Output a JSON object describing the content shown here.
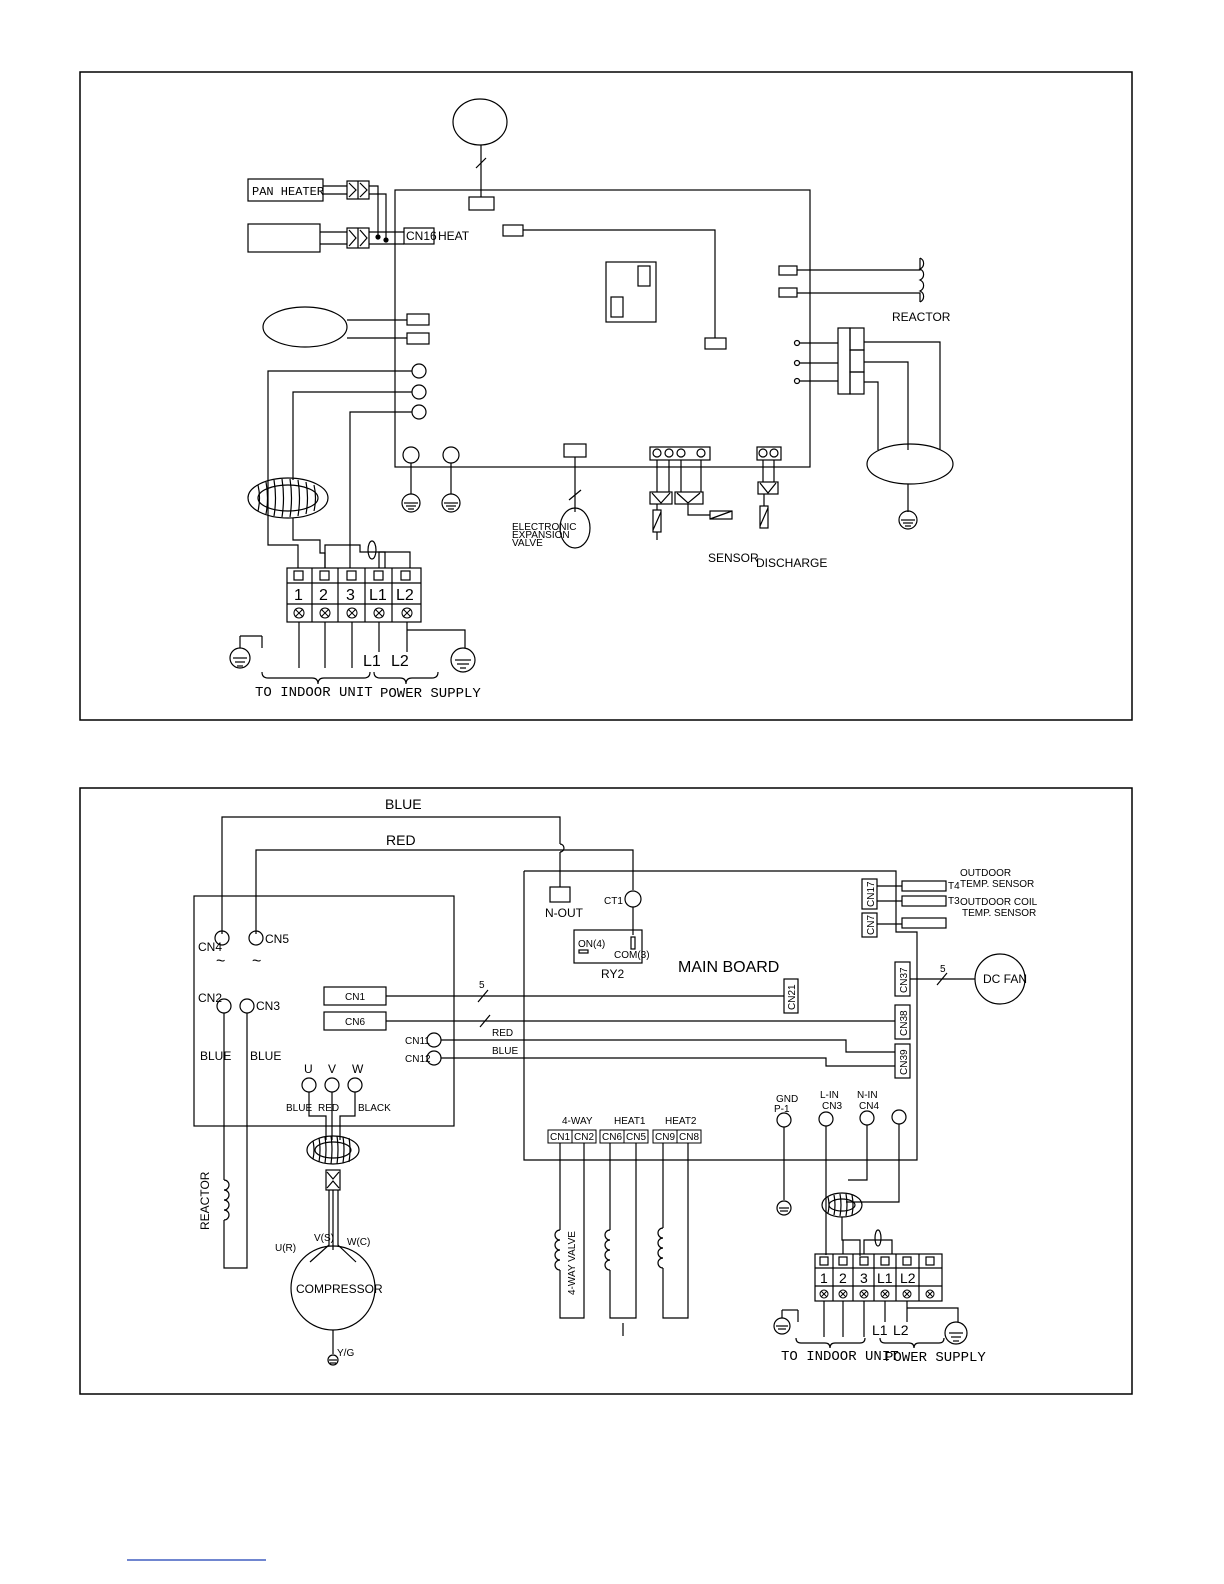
{
  "diagram1": {
    "pan_heater": "PAN HEATER",
    "cn16": "CN16",
    "heat": "HEAT",
    "reactor": "REACTOR",
    "eev": [
      "ELECTRONIC",
      "EXPANSION",
      "VALVE"
    ],
    "sensor": "SENSOR",
    "discharge": "DISCHARGE",
    "terminals": [
      "1",
      "2",
      "3",
      "L1",
      "L2"
    ],
    "l1": "L1",
    "l2": "L2",
    "to_indoor": "TO INDOOR UNIT",
    "power_supply": "POWER SUPPLY"
  },
  "diagram2": {
    "blue": "BLUE",
    "red": "RED",
    "cn4": "CN4",
    "cn5": "CN5",
    "cn2": "CN2",
    "cn3": "CN3",
    "blue2": "BLUE",
    "blue3": "BLUE",
    "cn1": "CN1",
    "cn6": "CN6",
    "cn11": "CN11",
    "cn12": "CN12",
    "red_wire": "RED",
    "blue_wire": "BLUE",
    "five_a": "5",
    "five_b": "5",
    "u": "U",
    "v": "V",
    "w": "W",
    "blue_u": "BLUE",
    "red_v": "RED",
    "black_w": "BLACK",
    "reactor": "REACTOR",
    "ur": "U(R)",
    "vs": "V(S)",
    "wc": "W(C)",
    "compressor": "COMPRESSOR",
    "yg": "Y/G",
    "n_out": "N-OUT",
    "ct1": "CT1",
    "on4": "ON(4)",
    "com3": "COM(3)",
    "ry2": "RY2",
    "main_board": "MAIN BOARD",
    "cn21": "CN21",
    "cn17": "CN17",
    "cn7": "CN7",
    "cn37": "CN37",
    "cn38": "CN38",
    "cn39": "CN39",
    "t4": "T4",
    "t3": "T3",
    "outdoor_temp": [
      "OUTDOOR",
      "TEMP. SENSOR"
    ],
    "outdoor_coil": [
      "OUTDOOR COIL",
      "TEMP. SENSOR"
    ],
    "dc_fan": "DC FAN",
    "four_way": "4-WAY",
    "heat1": "HEAT1",
    "heat2": "HEAT2",
    "c_cn1": "CN1",
    "c_cn2": "CN2",
    "c_cn6": "CN6",
    "c_cn5": "CN5",
    "c_cn9": "CN9",
    "c_cn8": "CN8",
    "four_way_valve": "4-WAY VALVE",
    "gnd": "GND",
    "p1": "P-1",
    "l_in": "L-IN",
    "l_in_cn3": "CN3",
    "n_in": "N-IN",
    "n_in_cn4": "CN4",
    "terminals": [
      "1",
      "2",
      "3",
      "L1",
      "L2"
    ],
    "l1": "L1",
    "l2": "L2",
    "to_indoor": "TO INDOOR UNIT",
    "power_supply": "POWER SUPPLY"
  }
}
